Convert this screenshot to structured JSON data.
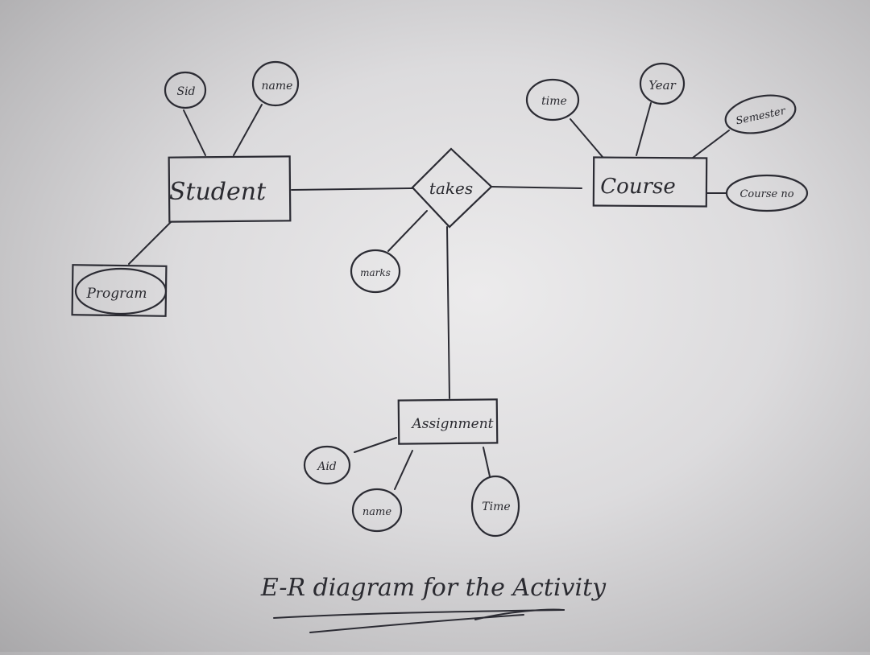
{
  "entities": {
    "student": "Student",
    "course": "Course",
    "program": "Program",
    "assignment": "Assignment"
  },
  "relationship": {
    "takes": "takes"
  },
  "attributes": {
    "student_sid": "Sid",
    "student_name": "name",
    "course_time": "time",
    "course_year": "Year",
    "course_semester": "Semester",
    "course_no": "Course no",
    "takes_marks": "marks",
    "assignment_aid": "Aid",
    "assignment_name": "name",
    "assignment_time": "Time"
  },
  "caption": "E-R diagram for the Activity"
}
